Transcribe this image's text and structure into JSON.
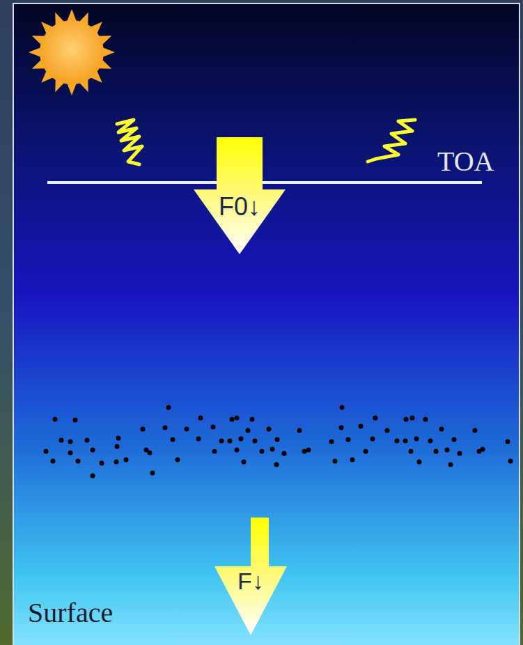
{
  "diagram": {
    "nodes": [
      {
        "text": [
          "F0↓"
        ]
      },
      {
        "text": [
          "F↓"
        ]
      }
    ],
    "labels": [
      "TOA",
      "Surface"
    ]
  }
}
